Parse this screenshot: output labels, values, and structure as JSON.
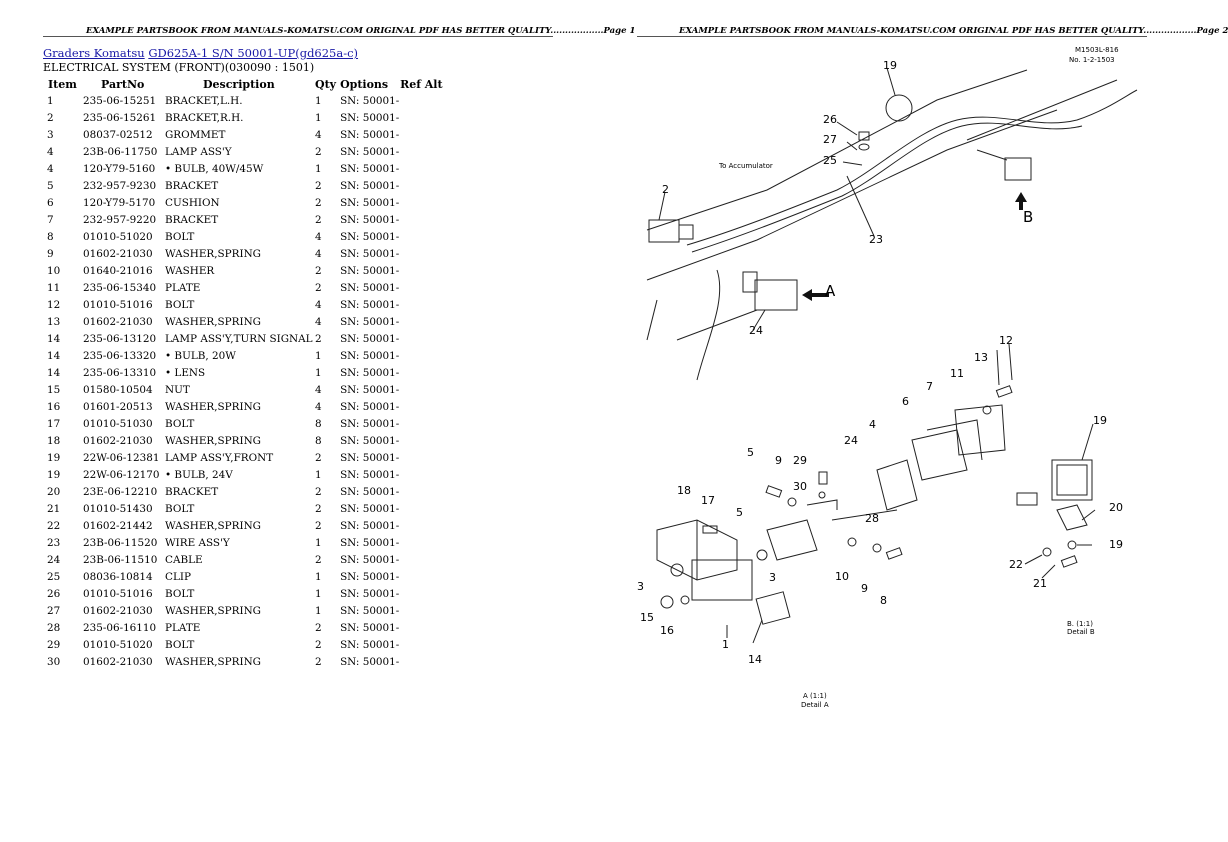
{
  "header": {
    "left": "EXAMPLE PARTSBOOK FROM MANUALS-KOMATSU.COM ORIGINAL PDF HAS BETTER QUALITY..................Page 1",
    "right": "EXAMPLE PARTSBOOK FROM MANUALS-KOMATSU.COM ORIGINAL PDF HAS BETTER QUALITY..................Page 2"
  },
  "breadcrumb": {
    "link1": "Graders Komatsu",
    "link2": "GD625A-1 S/N 50001-UP(gd625a-c)"
  },
  "section_title": "ELECTRICAL SYSTEM (FRONT)(030090 : 1501)",
  "columns": [
    "Item",
    "PartNo",
    "Description",
    "Qty",
    "Options",
    "Ref Alt"
  ],
  "rows": [
    {
      "item": "1",
      "part": "235-06-15251",
      "desc": "BRACKET,L.H.",
      "qty": "1",
      "opt": "SN: 50001-"
    },
    {
      "item": "2",
      "part": "235-06-15261",
      "desc": "BRACKET,R.H.",
      "qty": "1",
      "opt": "SN: 50001-"
    },
    {
      "item": "3",
      "part": "08037-02512",
      "desc": "GROMMET",
      "qty": "4",
      "opt": "SN: 50001-"
    },
    {
      "item": "4",
      "part": "23B-06-11750",
      "desc": "LAMP ASS'Y",
      "qty": "2",
      "opt": "SN: 50001-"
    },
    {
      "item": "4",
      "part": "120-Y79-5160",
      "desc": "• BULB, 40W/45W",
      "qty": "1",
      "opt": "SN: 50001-"
    },
    {
      "item": "5",
      "part": "232-957-9230",
      "desc": "BRACKET",
      "qty": "2",
      "opt": "SN: 50001-"
    },
    {
      "item": "6",
      "part": "120-Y79-5170",
      "desc": "CUSHION",
      "qty": "2",
      "opt": "SN: 50001-"
    },
    {
      "item": "7",
      "part": "232-957-9220",
      "desc": "BRACKET",
      "qty": "2",
      "opt": "SN: 50001-"
    },
    {
      "item": "8",
      "part": "01010-51020",
      "desc": "BOLT",
      "qty": "4",
      "opt": "SN: 50001-"
    },
    {
      "item": "9",
      "part": "01602-21030",
      "desc": "WASHER,SPRING",
      "qty": "4",
      "opt": "SN: 50001-"
    },
    {
      "item": "10",
      "part": "01640-21016",
      "desc": "WASHER",
      "qty": "2",
      "opt": "SN: 50001-"
    },
    {
      "item": "11",
      "part": "235-06-15340",
      "desc": "PLATE",
      "qty": "2",
      "opt": "SN: 50001-"
    },
    {
      "item": "12",
      "part": "01010-51016",
      "desc": "BOLT",
      "qty": "4",
      "opt": "SN: 50001-"
    },
    {
      "item": "13",
      "part": "01602-21030",
      "desc": "WASHER,SPRING",
      "qty": "4",
      "opt": "SN: 50001-"
    },
    {
      "item": "14",
      "part": "235-06-13120",
      "desc": "LAMP ASS'Y,TURN SIGNAL",
      "qty": "2",
      "opt": "SN: 50001-"
    },
    {
      "item": "14",
      "part": "235-06-13320",
      "desc": "• BULB, 20W",
      "qty": "1",
      "opt": "SN: 50001-"
    },
    {
      "item": "14",
      "part": "235-06-13310",
      "desc": "• LENS",
      "qty": "1",
      "opt": "SN: 50001-"
    },
    {
      "item": "15",
      "part": "01580-10504",
      "desc": "NUT",
      "qty": "4",
      "opt": "SN: 50001-"
    },
    {
      "item": "16",
      "part": "01601-20513",
      "desc": "WASHER,SPRING",
      "qty": "4",
      "opt": "SN: 50001-"
    },
    {
      "item": "17",
      "part": "01010-51030",
      "desc": "BOLT",
      "qty": "8",
      "opt": "SN: 50001-"
    },
    {
      "item": "18",
      "part": "01602-21030",
      "desc": "WASHER,SPRING",
      "qty": "8",
      "opt": "SN: 50001-"
    },
    {
      "item": "19",
      "part": "22W-06-12381",
      "desc": "LAMP ASS'Y,FRONT",
      "qty": "2",
      "opt": "SN: 50001-"
    },
    {
      "item": "19",
      "part": "22W-06-12170",
      "desc": "• BULB, 24V",
      "qty": "1",
      "opt": "SN: 50001-"
    },
    {
      "item": "20",
      "part": "23E-06-12210",
      "desc": "BRACKET",
      "qty": "2",
      "opt": "SN: 50001-"
    },
    {
      "item": "21",
      "part": "01010-51430",
      "desc": "BOLT",
      "qty": "2",
      "opt": "SN: 50001-"
    },
    {
      "item": "22",
      "part": "01602-21442",
      "desc": "WASHER,SPRING",
      "qty": "2",
      "opt": "SN: 50001-"
    },
    {
      "item": "23",
      "part": "23B-06-11520",
      "desc": "WIRE ASS'Y",
      "qty": "1",
      "opt": "SN: 50001-"
    },
    {
      "item": "24",
      "part": "23B-06-11510",
      "desc": "CABLE",
      "qty": "2",
      "opt": "SN: 50001-"
    },
    {
      "item": "25",
      "part": "08036-10814",
      "desc": "CLIP",
      "qty": "1",
      "opt": "SN: 50001-"
    },
    {
      "item": "26",
      "part": "01010-51016",
      "desc": "BOLT",
      "qty": "1",
      "opt": "SN: 50001-"
    },
    {
      "item": "27",
      "part": "01602-21030",
      "desc": "WASHER,SPRING",
      "qty": "1",
      "opt": "SN: 50001-"
    },
    {
      "item": "28",
      "part": "235-06-16110",
      "desc": "PLATE",
      "qty": "2",
      "opt": "SN: 50001-"
    },
    {
      "item": "29",
      "part": "01010-51020",
      "desc": "BOLT",
      "qty": "2",
      "opt": "SN: 50001-"
    },
    {
      "item": "30",
      "part": "01602-21030",
      "desc": "WASHER,SPRING",
      "qty": "2",
      "opt": "SN: 50001-"
    }
  ],
  "diagram": {
    "callouts": [
      "19",
      "26",
      "27",
      "25",
      "2",
      "23",
      "24",
      "A",
      "B",
      "12",
      "13",
      "11",
      "7",
      "6",
      "4",
      "24",
      "5",
      "9",
      "29",
      "30",
      "18",
      "17",
      "5",
      "28",
      "3",
      "3",
      "15",
      "16",
      "1",
      "14",
      "10",
      "9",
      "8",
      "19",
      "20",
      "19",
      "22",
      "21"
    ],
    "drawing_no": "M1503L-816",
    "drawing_ref": "No. 1-2-1503",
    "note_to_accumulator": "To Accumulator",
    "detail_b": "Detail B",
    "detail_a": "Detail A",
    "detail_b_code": "B. (1:1)",
    "detail_a_code": "A (1:1)"
  }
}
